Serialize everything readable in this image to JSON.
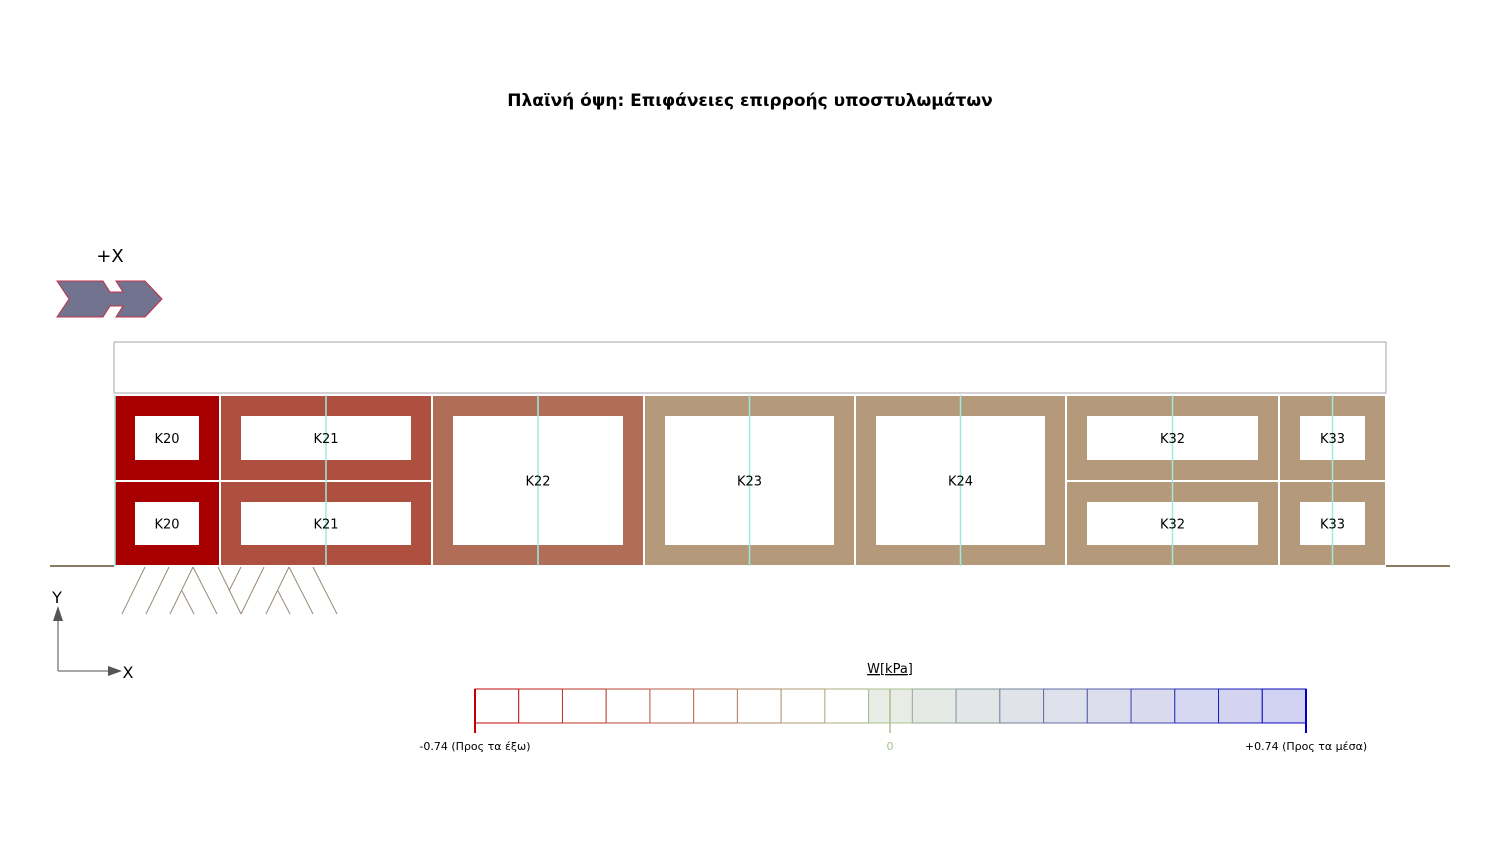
{
  "title": "Πλαϊνή όψη: Επιφάνειες επιρροής υποστυλωμάτων",
  "wind_direction": {
    "label": "+X"
  },
  "axes": {
    "y_label": "Y",
    "x_label": "X"
  },
  "panels": [
    {
      "label": "K20",
      "color": "#a80000",
      "col": 0,
      "row": "top"
    },
    {
      "label": "K20",
      "color": "#a80000",
      "col": 0,
      "row": "bottom"
    },
    {
      "label": "K21",
      "color": "#ad5040",
      "col": 1,
      "row": "top"
    },
    {
      "label": "K21",
      "color": "#ad5040",
      "col": 1,
      "row": "bottom"
    },
    {
      "label": "K22",
      "color": "#b06e58",
      "col": 2,
      "row": "full"
    },
    {
      "label": "K23",
      "color": "#b49a7a",
      "col": 3,
      "row": "full"
    },
    {
      "label": "K24",
      "color": "#b49a7a",
      "col": 4,
      "row": "full"
    },
    {
      "label": "K32",
      "color": "#b49a7a",
      "col": 5,
      "row": "top"
    },
    {
      "label": "K32",
      "color": "#b49a7a",
      "col": 5,
      "row": "bottom"
    },
    {
      "label": "K33",
      "color": "#b49a7a",
      "col": 6,
      "row": "top"
    },
    {
      "label": "K33",
      "color": "#b49a7a",
      "col": 6,
      "row": "bottom"
    }
  ],
  "legend": {
    "title": "W[kPa]",
    "min_label": "-0.74 (Προς τα έξω)",
    "zero_label": "0",
    "max_label": "+0.74 (Προς τα μέσα)",
    "min": -0.74,
    "max": 0.74,
    "steps": 19,
    "neg_color": "#c00000",
    "zero_color": "#a8c090",
    "pos_color": "#0000c0"
  }
}
